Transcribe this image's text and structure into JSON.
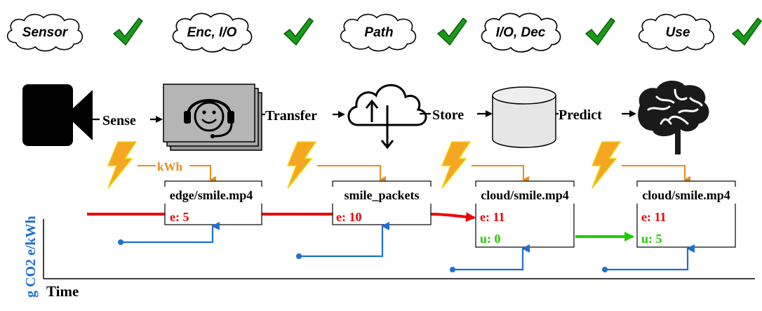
{
  "stages": [
    {
      "cloud_label": "Sensor"
    },
    {
      "cloud_label": "Enc, I/O"
    },
    {
      "cloud_label": "Path"
    },
    {
      "cloud_label": "I/O, Dec"
    },
    {
      "cloud_label": "Use"
    }
  ],
  "actions": [
    "Sense",
    "Transfer",
    "Store",
    "Predict"
  ],
  "energy_label": "kWh",
  "boxes": [
    {
      "title": "edge/smile.mp4",
      "e_label": "e: 5",
      "u_label": ""
    },
    {
      "title": "smile_packets",
      "e_label": "e: 10",
      "u_label": ""
    },
    {
      "title": "cloud/smile.mp4",
      "e_label": "e: 11",
      "u_label": "u: 0"
    },
    {
      "title": "cloud/smile.mp4",
      "e_label": "e: 11",
      "u_label": "u: 5"
    }
  ],
  "axis": {
    "ylabel": "g CO2 e/kWh",
    "xlabel": "Time"
  },
  "colors": {
    "emission": "#ee0000",
    "utility": "#22cc00",
    "energy": "#f08a17",
    "carbon": "#1f6fd0",
    "check": "#1a9a1a"
  },
  "icons": [
    "camera-icon",
    "headset-face-icon",
    "cloud-transfer-icon",
    "database-icon",
    "brain-icon",
    "lightning-icon",
    "checkmark-icon"
  ]
}
